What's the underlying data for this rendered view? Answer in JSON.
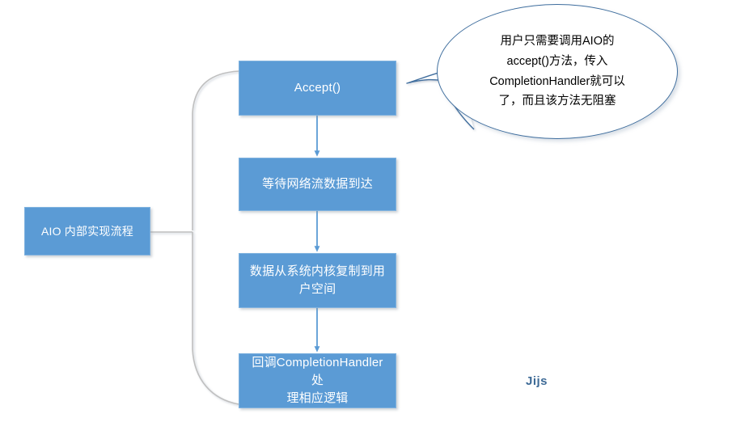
{
  "diagram": {
    "title": "AIO 内部实现流程",
    "accent_color": "#5B9BD5",
    "outline_color": "#3F6E9E",
    "connector_color": "#BFBFBF",
    "arrow_color": "#5B9BD5",
    "nodes": [
      {
        "id": "aio",
        "label": "AIO 内部实现流程"
      },
      {
        "id": "accept",
        "label": "Accept()"
      },
      {
        "id": "wait",
        "label": "等待网络流数据到达"
      },
      {
        "id": "copy",
        "label": "数据从系统内核复制到用\n户空间"
      },
      {
        "id": "callback",
        "label": "回调CompletionHandler处\n理相应逻辑"
      }
    ],
    "callout": {
      "text": "用户只需要调用AIO的\naccept()方法，传入\nCompletionHandler就可以\n了，而且该方法无阻塞",
      "lines": [
        "用户只需要调用AIO的",
        "accept()方法，传入",
        "CompletionHandler就可以",
        "了，而且该方法无阻塞"
      ],
      "target": "accept"
    },
    "edges": [
      {
        "from": "accept",
        "to": "wait",
        "type": "arrow"
      },
      {
        "from": "wait",
        "to": "copy",
        "type": "arrow"
      },
      {
        "from": "copy",
        "to": "callback",
        "type": "arrow"
      },
      {
        "from": "aio",
        "to": "group",
        "type": "brace"
      }
    ],
    "watermark": "Jijs"
  }
}
